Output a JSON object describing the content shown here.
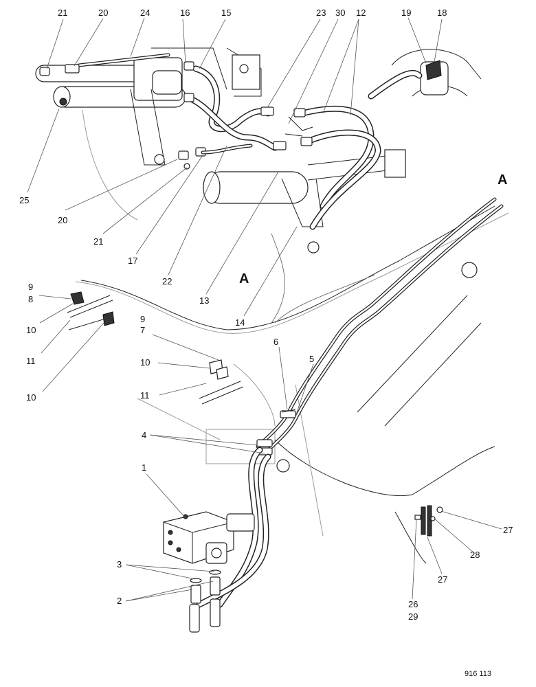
{
  "figure_id": "916 113",
  "section_labels": [
    "A",
    "A"
  ],
  "callouts": {
    "c21a": "21",
    "c20a": "20",
    "c24": "24",
    "c16": "16",
    "c15": "15",
    "c23": "23",
    "c30": "30",
    "c12": "12",
    "c19": "19",
    "c18": "18",
    "c25": "25",
    "c20b": "20",
    "c21b": "21",
    "c17": "17",
    "c22": "22",
    "c13": "13",
    "c14": "14",
    "c9a": "9",
    "c8": "8",
    "c10a": "10",
    "c11a": "11",
    "c10b": "10",
    "c9b": "9",
    "c7": "7",
    "c6": "6",
    "c5": "5",
    "c10c": "10",
    "c11b": "11",
    "c10d": "10",
    "c4": "4",
    "c1": "1",
    "c3": "3",
    "c2": "2",
    "c27a": "27",
    "c28": "28",
    "c27b": "27",
    "c26": "26",
    "c29": "29"
  }
}
